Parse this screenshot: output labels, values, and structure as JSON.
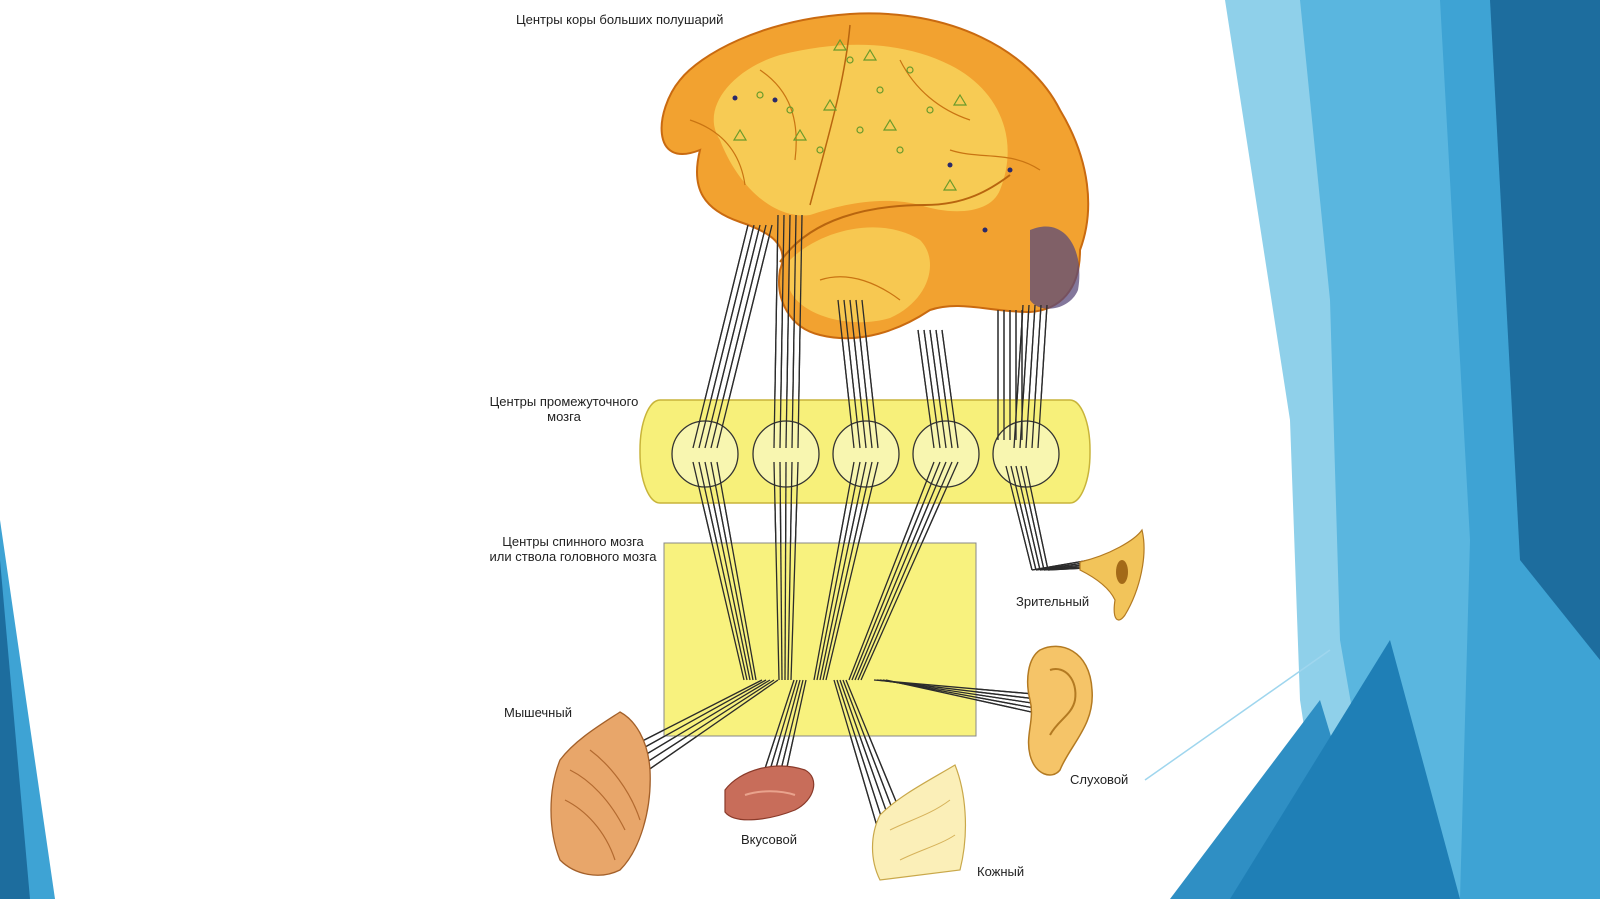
{
  "labels": {
    "cortex": "Центры коры больших полушарий",
    "diencephalon_line1": "Центры промежуточного",
    "diencephalon_line2": "мозга",
    "spinal_line1": "Центры спинного мозга",
    "spinal_line2": "или ствола головного мозга",
    "visual": "Зрительный",
    "muscular": "Мышечный",
    "auditory": "Слуховой",
    "gustatory": "Вкусовой",
    "cutaneous": "Кожный"
  },
  "colors": {
    "slide_background": "#ffffff",
    "decor_blue_light": "#8fd0ea",
    "decor_blue_mid": "#3ea3d4",
    "decor_blue_dark": "#1d6d9e",
    "brain_fill": "#f2a230",
    "brain_highlight": "#f8d25a",
    "center_box_fill": "#f7f07a",
    "spinal_box_fill": "#f8f27e",
    "nerve_line": "#2b2b2b"
  },
  "icons": [
    "brain-icon",
    "eye-icon",
    "ear-icon",
    "tongue-icon",
    "muscle-icon",
    "skin-icon"
  ]
}
